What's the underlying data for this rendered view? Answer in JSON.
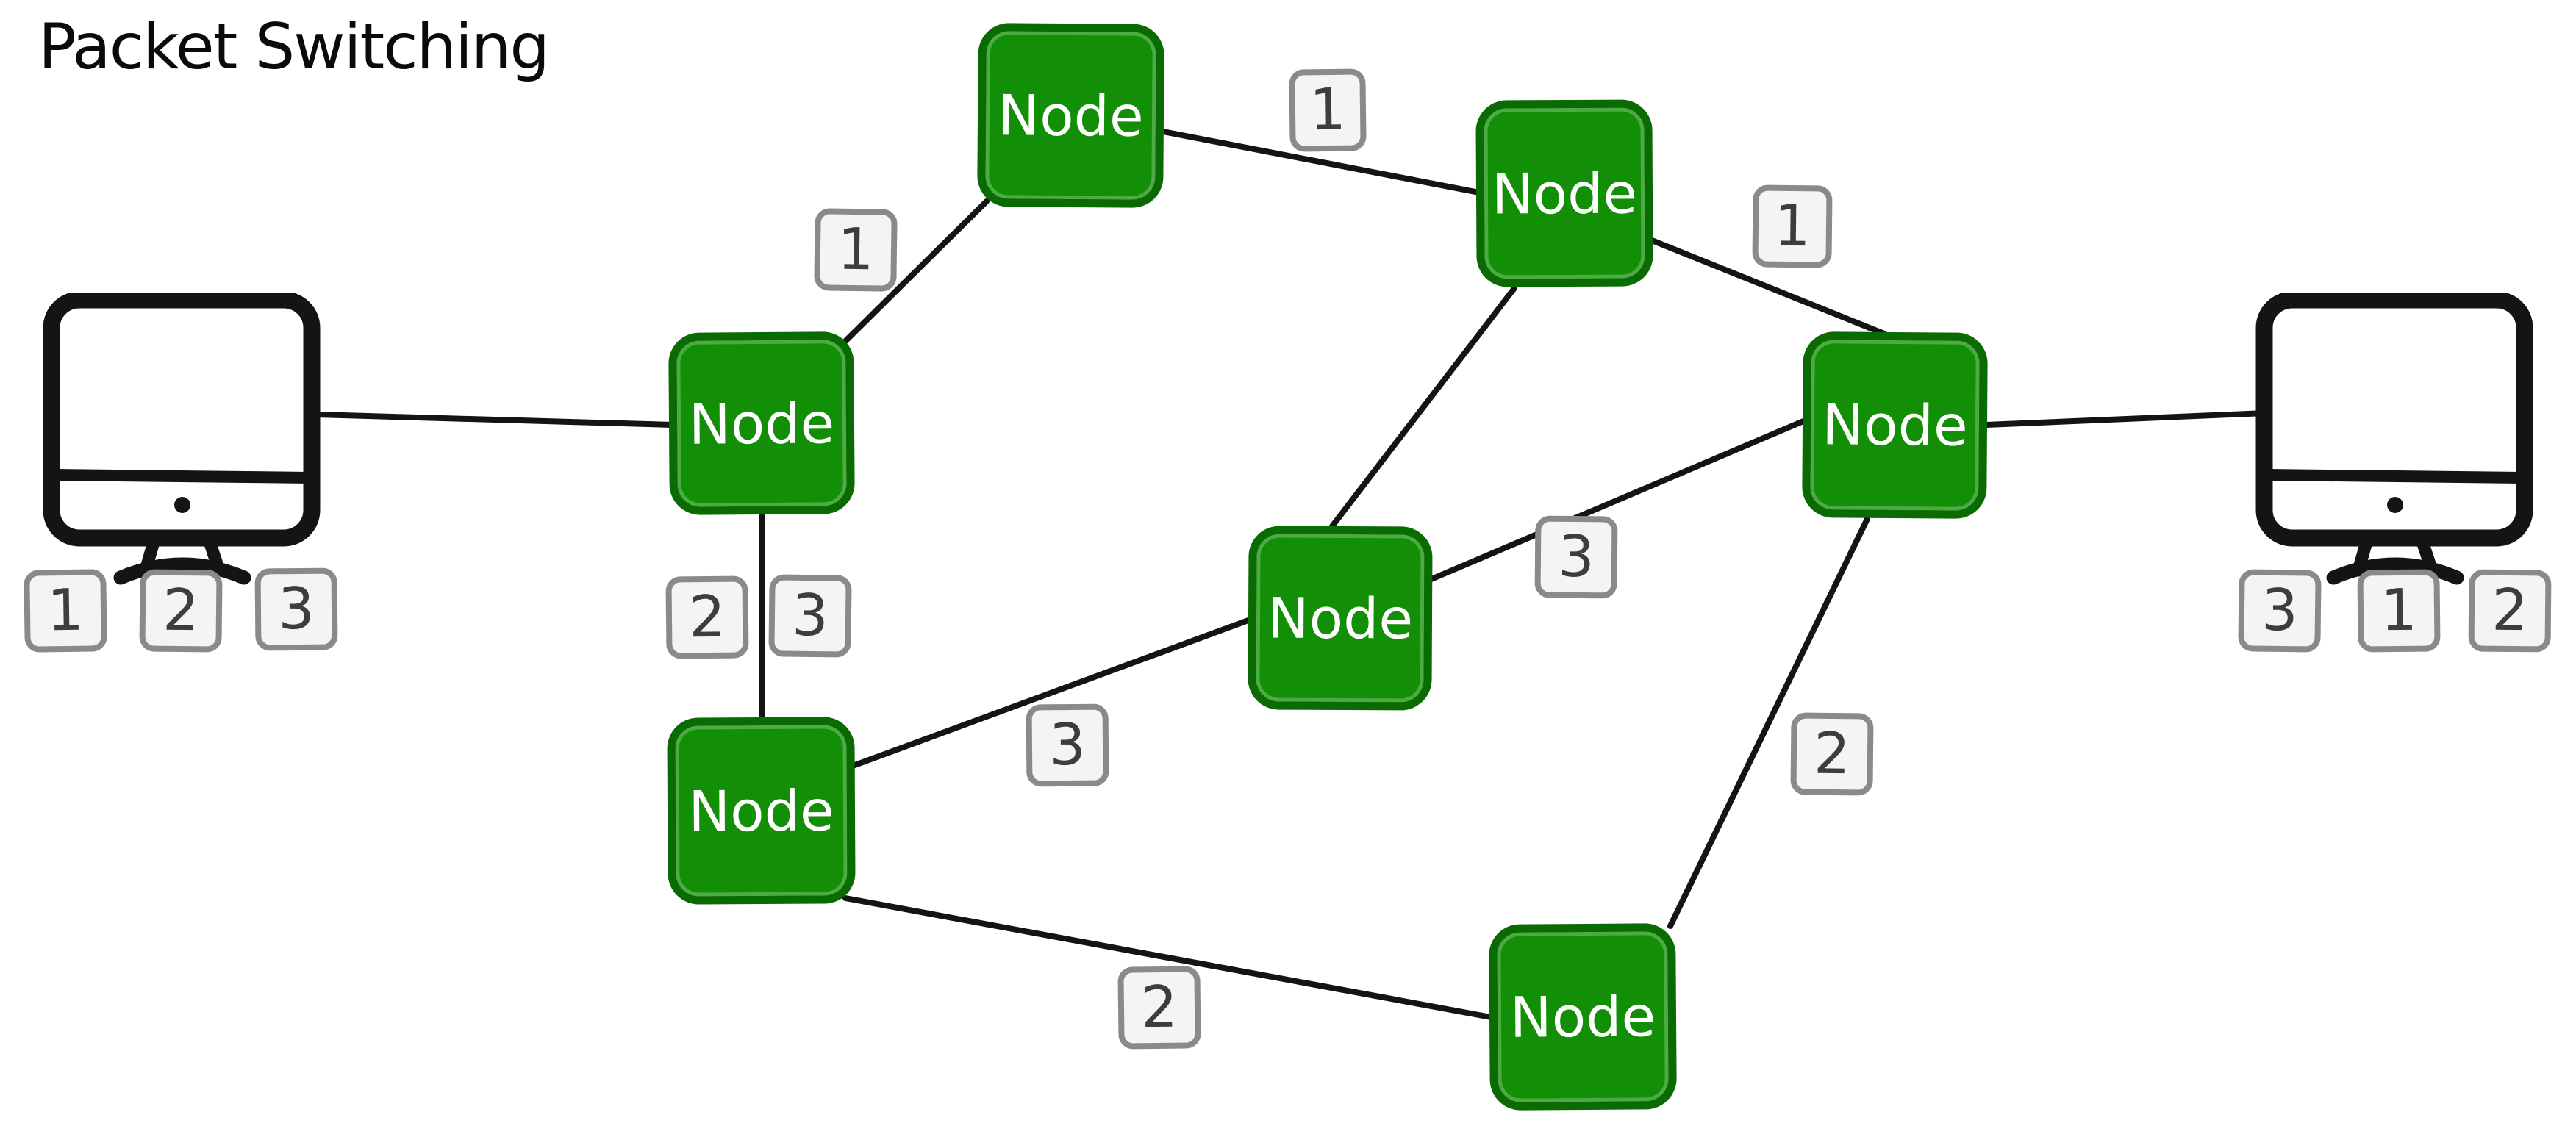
{
  "title": "Packet Switching",
  "colors": {
    "ink": "#141414",
    "node-fill": "#128f06",
    "node-stroke": "#0a6b03",
    "node-text": "#ffffff",
    "packet-fill": "#f4f4f4",
    "packet-stroke": "#8a8a8a",
    "packet-text": "#3d3d3d",
    "title-color": "#0a0a0a"
  },
  "nodes": [
    {
      "id": "node-a",
      "label": "Node"
    },
    {
      "id": "node-b",
      "label": "Node"
    },
    {
      "id": "node-c",
      "label": "Node"
    },
    {
      "id": "node-d",
      "label": "Node"
    },
    {
      "id": "node-e",
      "label": "Node"
    },
    {
      "id": "node-f",
      "label": "Node"
    },
    {
      "id": "node-g",
      "label": "Node"
    }
  ],
  "edge_labels": [
    {
      "between": "node-a and node-b",
      "value": "1"
    },
    {
      "between": "node-b and node-c",
      "value": "1"
    },
    {
      "between": "node-c and node-f",
      "value": "1"
    },
    {
      "between": "node-a and node-e",
      "value": "2"
    },
    {
      "between": "node-a and node-e",
      "value": "3"
    },
    {
      "between": "node-e and node-d",
      "value": "3"
    },
    {
      "between": "node-d and node-f",
      "value": "3"
    },
    {
      "between": "node-e and node-g",
      "value": "2"
    },
    {
      "between": "node-f and node-g",
      "value": "2"
    }
  ],
  "computers": {
    "left": {
      "packets": [
        "1",
        "2",
        "3"
      ]
    },
    "right": {
      "packets": [
        "3",
        "1",
        "2"
      ]
    }
  }
}
